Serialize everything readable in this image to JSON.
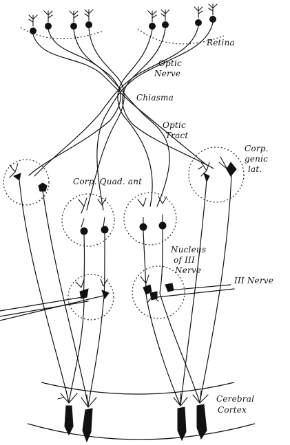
{
  "figure": {
    "labels": {
      "retina": "Retina",
      "optic_nerve_1": "Optic",
      "optic_nerve_2": "Nerve",
      "chiasma": "Chiasma",
      "optic_tract_1": "Optic",
      "optic_tract_2": "Tract",
      "corp_genic_1": "Corp.",
      "corp_genic_2": "genic",
      "corp_genic_3": "lat.",
      "corp_quad": "Corp. Quad. ant",
      "nucleus_1": "Nucleus",
      "nucleus_2": "of III",
      "nucleus_3": "Nerve",
      "third_nerve": "III Nerve",
      "cortex_1": "Cerebral",
      "cortex_2": "Cortex"
    }
  }
}
